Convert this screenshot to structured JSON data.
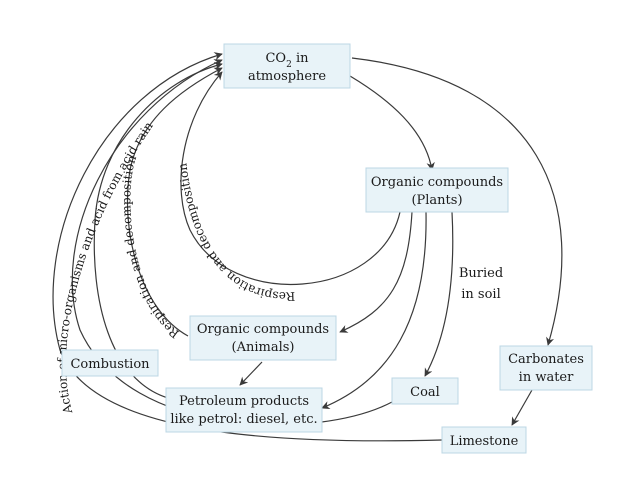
{
  "nodes": {
    "co2": {
      "line1": "CO",
      "sub": "2",
      "line1_after": " in",
      "line2": "atmosphere"
    },
    "plants": {
      "line1": "Organic compounds",
      "line2": "(Plants)"
    },
    "animals": {
      "line1": "Organic compounds",
      "line2": "(Animals)"
    },
    "combustion": {
      "line1": "Combustion"
    },
    "petroleum": {
      "line1": "Petroleum products",
      "line2": "like petrol: diesel, etc."
    },
    "coal": {
      "line1": "Coal"
    },
    "carbonates": {
      "line1": "Carbonates",
      "line2": "in water"
    },
    "limestone": {
      "line1": "Limestone"
    }
  },
  "labels": {
    "buried": {
      "line1": "Buried",
      "line2": "in soil"
    },
    "respiration_inner": "Respiration and decomposition",
    "respiration_outer": "Respiration and decomposition",
    "acid_rain": "Action of micro-organisms and acid from acid rain"
  },
  "colors": {
    "box_fill": "#e8f3f8",
    "box_stroke": "#bcd7e4",
    "arrow": "#3a3a3a"
  }
}
